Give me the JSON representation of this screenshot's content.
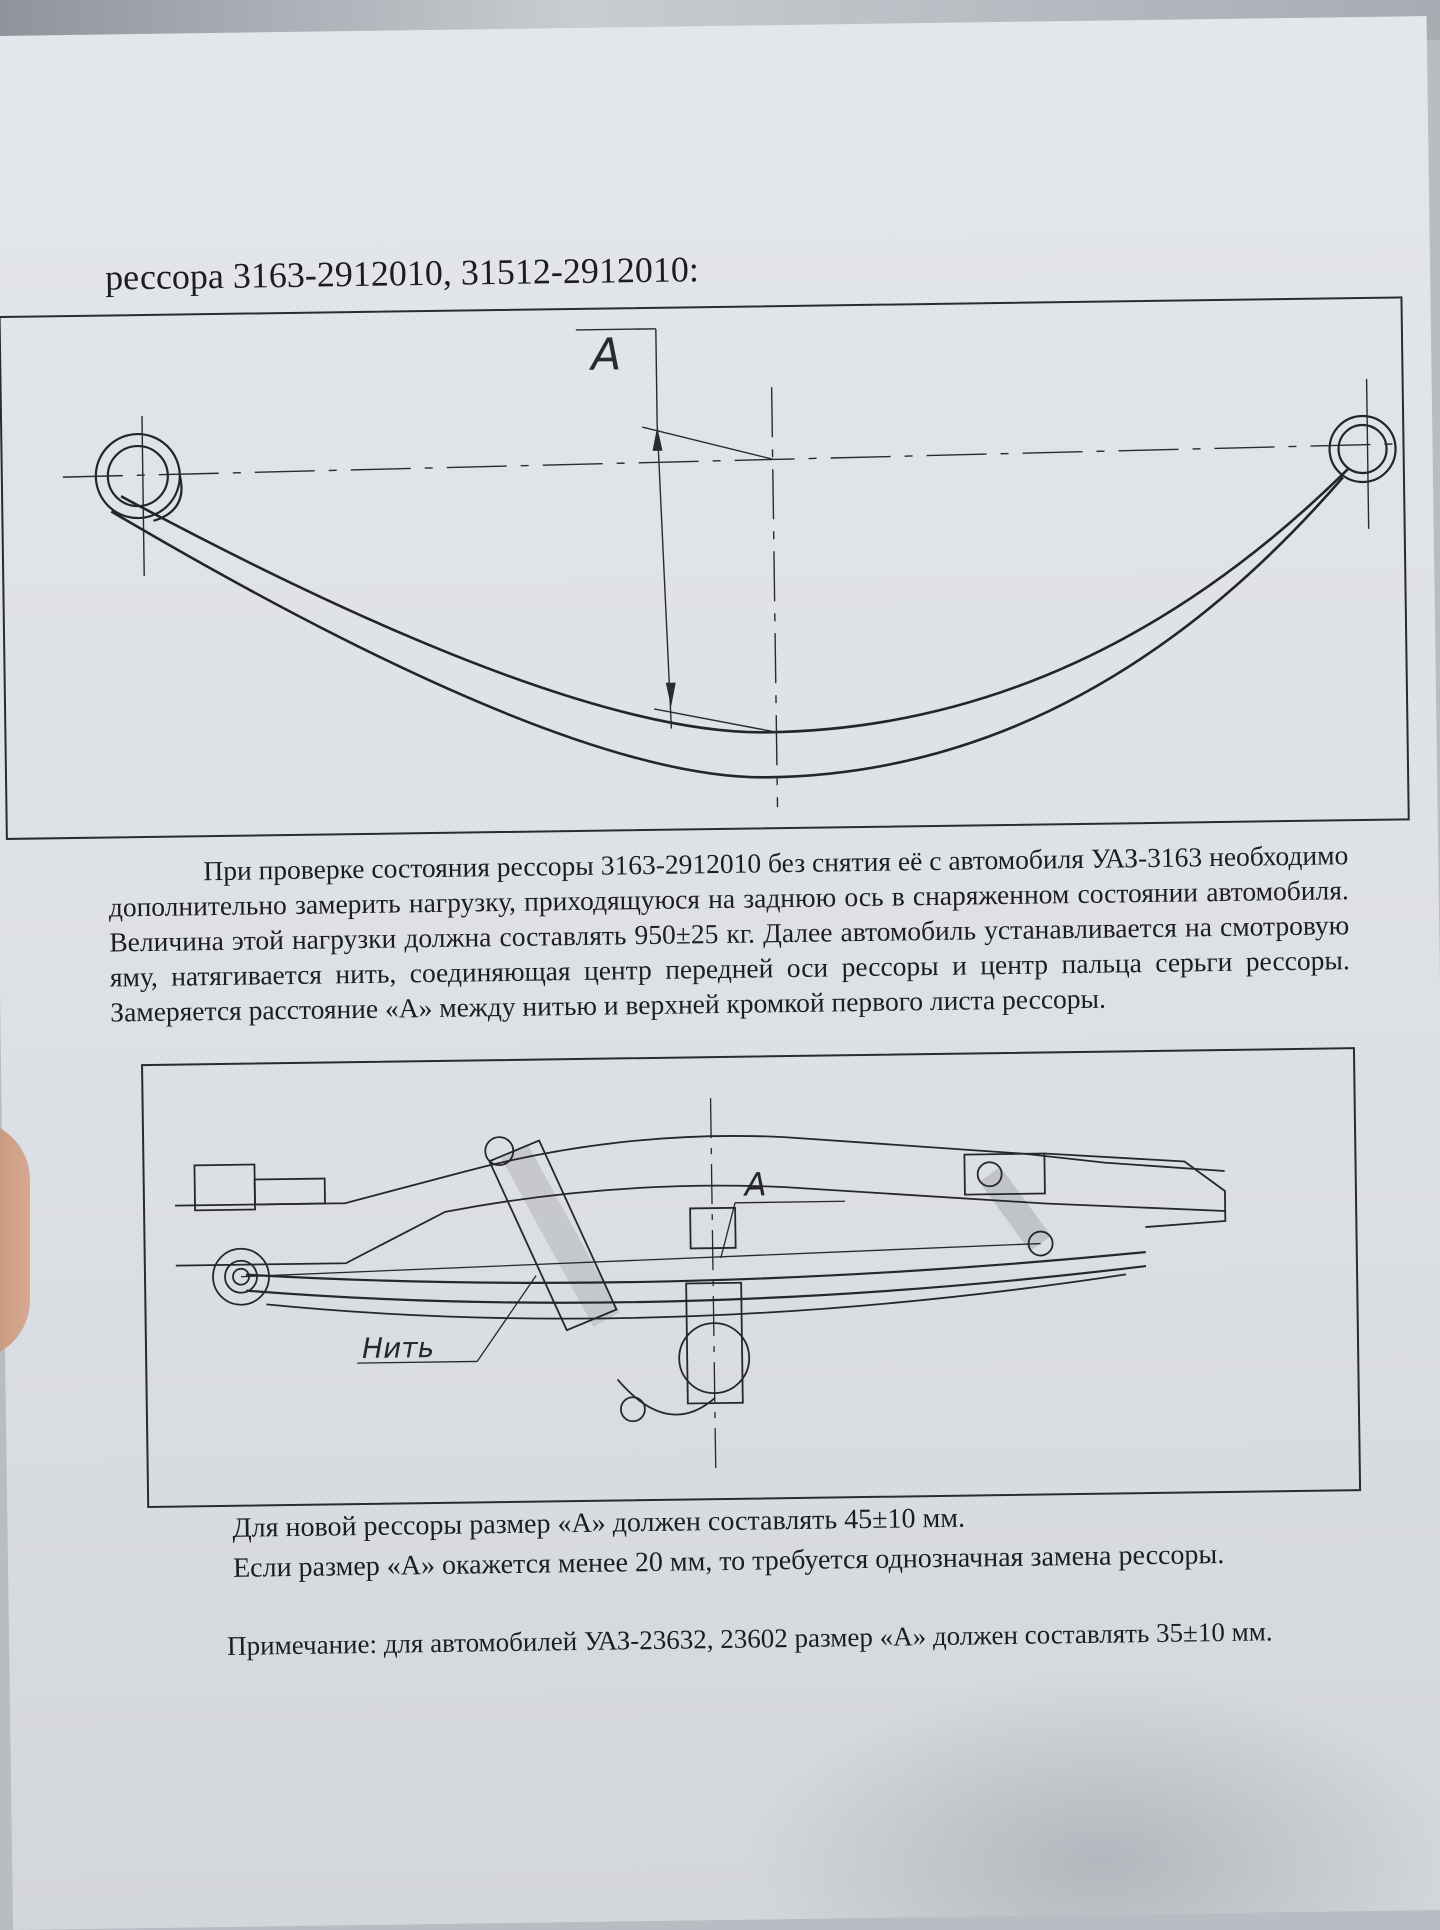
{
  "heading": "рессора 3163-2912010, 31512-2912010:",
  "diagram1": {
    "dimension_label": "A"
  },
  "paragraph": "При проверке состояния рессоры 3163-2912010 без снятия её с автомобиля УАЗ-3163 необходимо дополнительно замерить нагрузку, приходящуюся на заднюю ось в снаряженном состоянии автомобиля. Величина этой нагрузки должна составлять 950±25 кг. Далее автомобиль устанавливается на смотровую яму, натягивается нить, соединяющая центр передней оси рессоры и центр пальца серьги рессоры. Замеряется расстояние «А» между нитью и верхней кромкой первого листа рессоры.",
  "diagram2": {
    "dimension_label": "A",
    "thread_label": "Нить"
  },
  "new_spring_text": "Для новой рессоры размер «А» должен составлять 45±10 мм.",
  "replace_text": "Если размер «А» окажется менее 20 мм, то требуется однозначная замена рессоры.",
  "note_text": "Примечание: для автомобилей УАЗ-23632, 23602 размер «А» должен составлять 35±10 мм."
}
